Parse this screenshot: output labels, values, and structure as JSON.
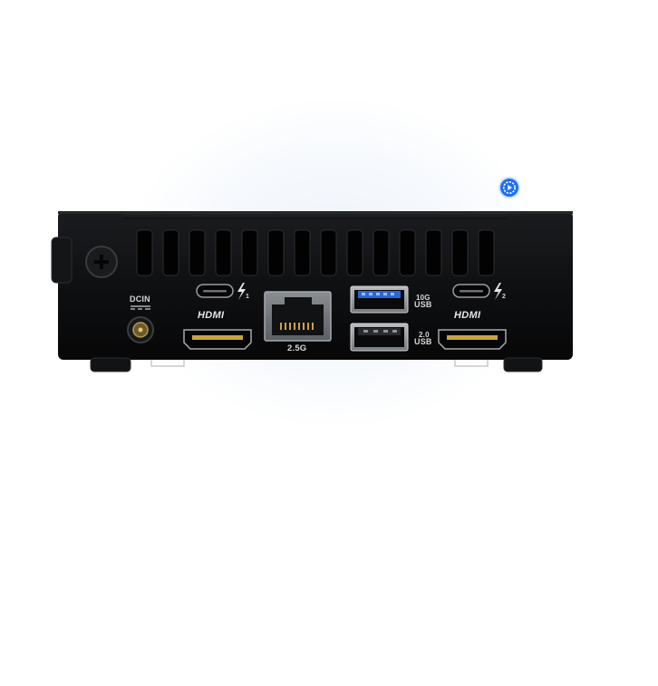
{
  "labels": {
    "dcin": "DCIN",
    "tb1_num": "1",
    "tb2_num": "2",
    "hdmi_left": "HDMI",
    "hdmi_right": "HDMI",
    "lan": "2.5G",
    "usb10_speed": "10G",
    "usb10_word": "USB",
    "usb20_speed": "2.0",
    "usb20_word": "USB"
  },
  "colors": {
    "chassis": "#0e0f11",
    "hotspot": "#1e6ff0",
    "usb3_blue": "#2a64d8",
    "hdmi_gold": "#c9a341"
  },
  "hotspot": {
    "icon": "play-circle-icon"
  }
}
